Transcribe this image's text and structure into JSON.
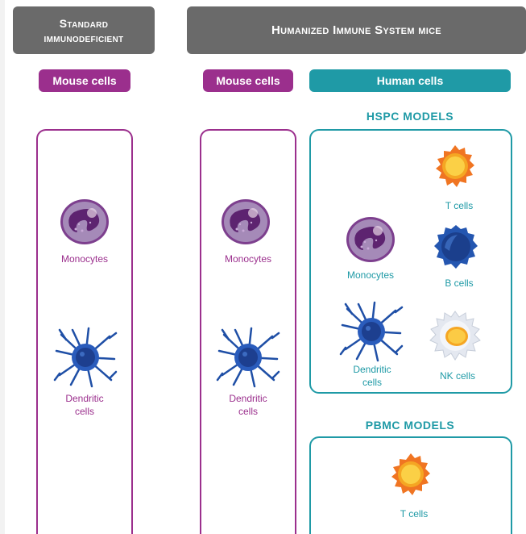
{
  "headers": {
    "standard": "Standard immunodeficient",
    "humanized": "Humanized Immune System mice"
  },
  "pills": {
    "mouse_left": "Mouse cells",
    "mouse_mid": "Mouse cells",
    "human": "Human cells"
  },
  "sections": {
    "hspc": "HSPC MODELS",
    "pbmc": "PBMC MODELS"
  },
  "labels": {
    "monocytes": "Monocytes",
    "dendritic_line1": "Dendritic",
    "dendritic_line2": "cells",
    "t_cells": "T cells",
    "b_cells": "B cells",
    "nk_cells": "NK cells"
  },
  "colors": {
    "mouse": "#9b2f8d",
    "human": "#1f9aa6",
    "header": "#6a6a6a"
  }
}
